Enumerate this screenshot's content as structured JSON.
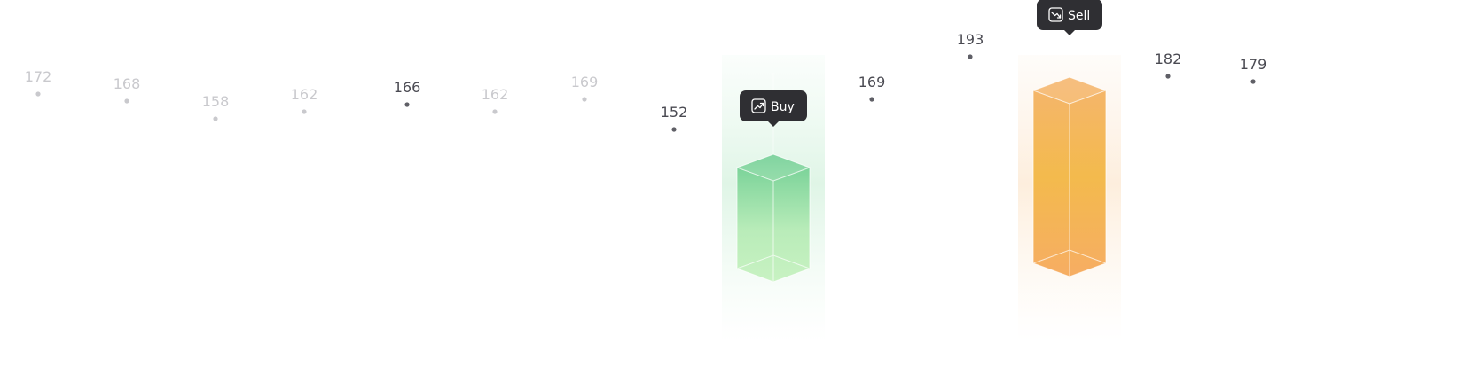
{
  "chart_data": {
    "type": "scatter",
    "points": [
      {
        "value": 172,
        "emphasis": "faded"
      },
      {
        "value": 168,
        "emphasis": "faded"
      },
      {
        "value": 158,
        "emphasis": "faded"
      },
      {
        "value": 162,
        "emphasis": "faded"
      },
      {
        "value": 166,
        "emphasis": "normal"
      },
      {
        "value": 162,
        "emphasis": "faded"
      },
      {
        "value": 169,
        "emphasis": "faded"
      },
      {
        "value": 152,
        "emphasis": "normal"
      },
      {
        "value": 169,
        "emphasis": "normal"
      },
      {
        "value": 193,
        "emphasis": "normal"
      },
      {
        "value": 182,
        "emphasis": "normal"
      },
      {
        "value": 179,
        "emphasis": "normal"
      }
    ],
    "signals": [
      {
        "type": "buy",
        "label": "Buy",
        "icon": "trend-up-icon"
      },
      {
        "type": "sell",
        "label": "Sell",
        "icon": "trend-down-icon"
      }
    ],
    "colors": {
      "point_normal": "#5f5f66",
      "point_faded": "#c9c9cd",
      "label_normal": "#4a4a52",
      "label_faded": "#c9c9cd",
      "tooltip_bg": "#2f2f33",
      "buy_top": "#6fce93",
      "buy_bottom": "#c4f0bf",
      "sell_top": "#f5b46a",
      "sell_bottom": "#f6ae62"
    }
  }
}
